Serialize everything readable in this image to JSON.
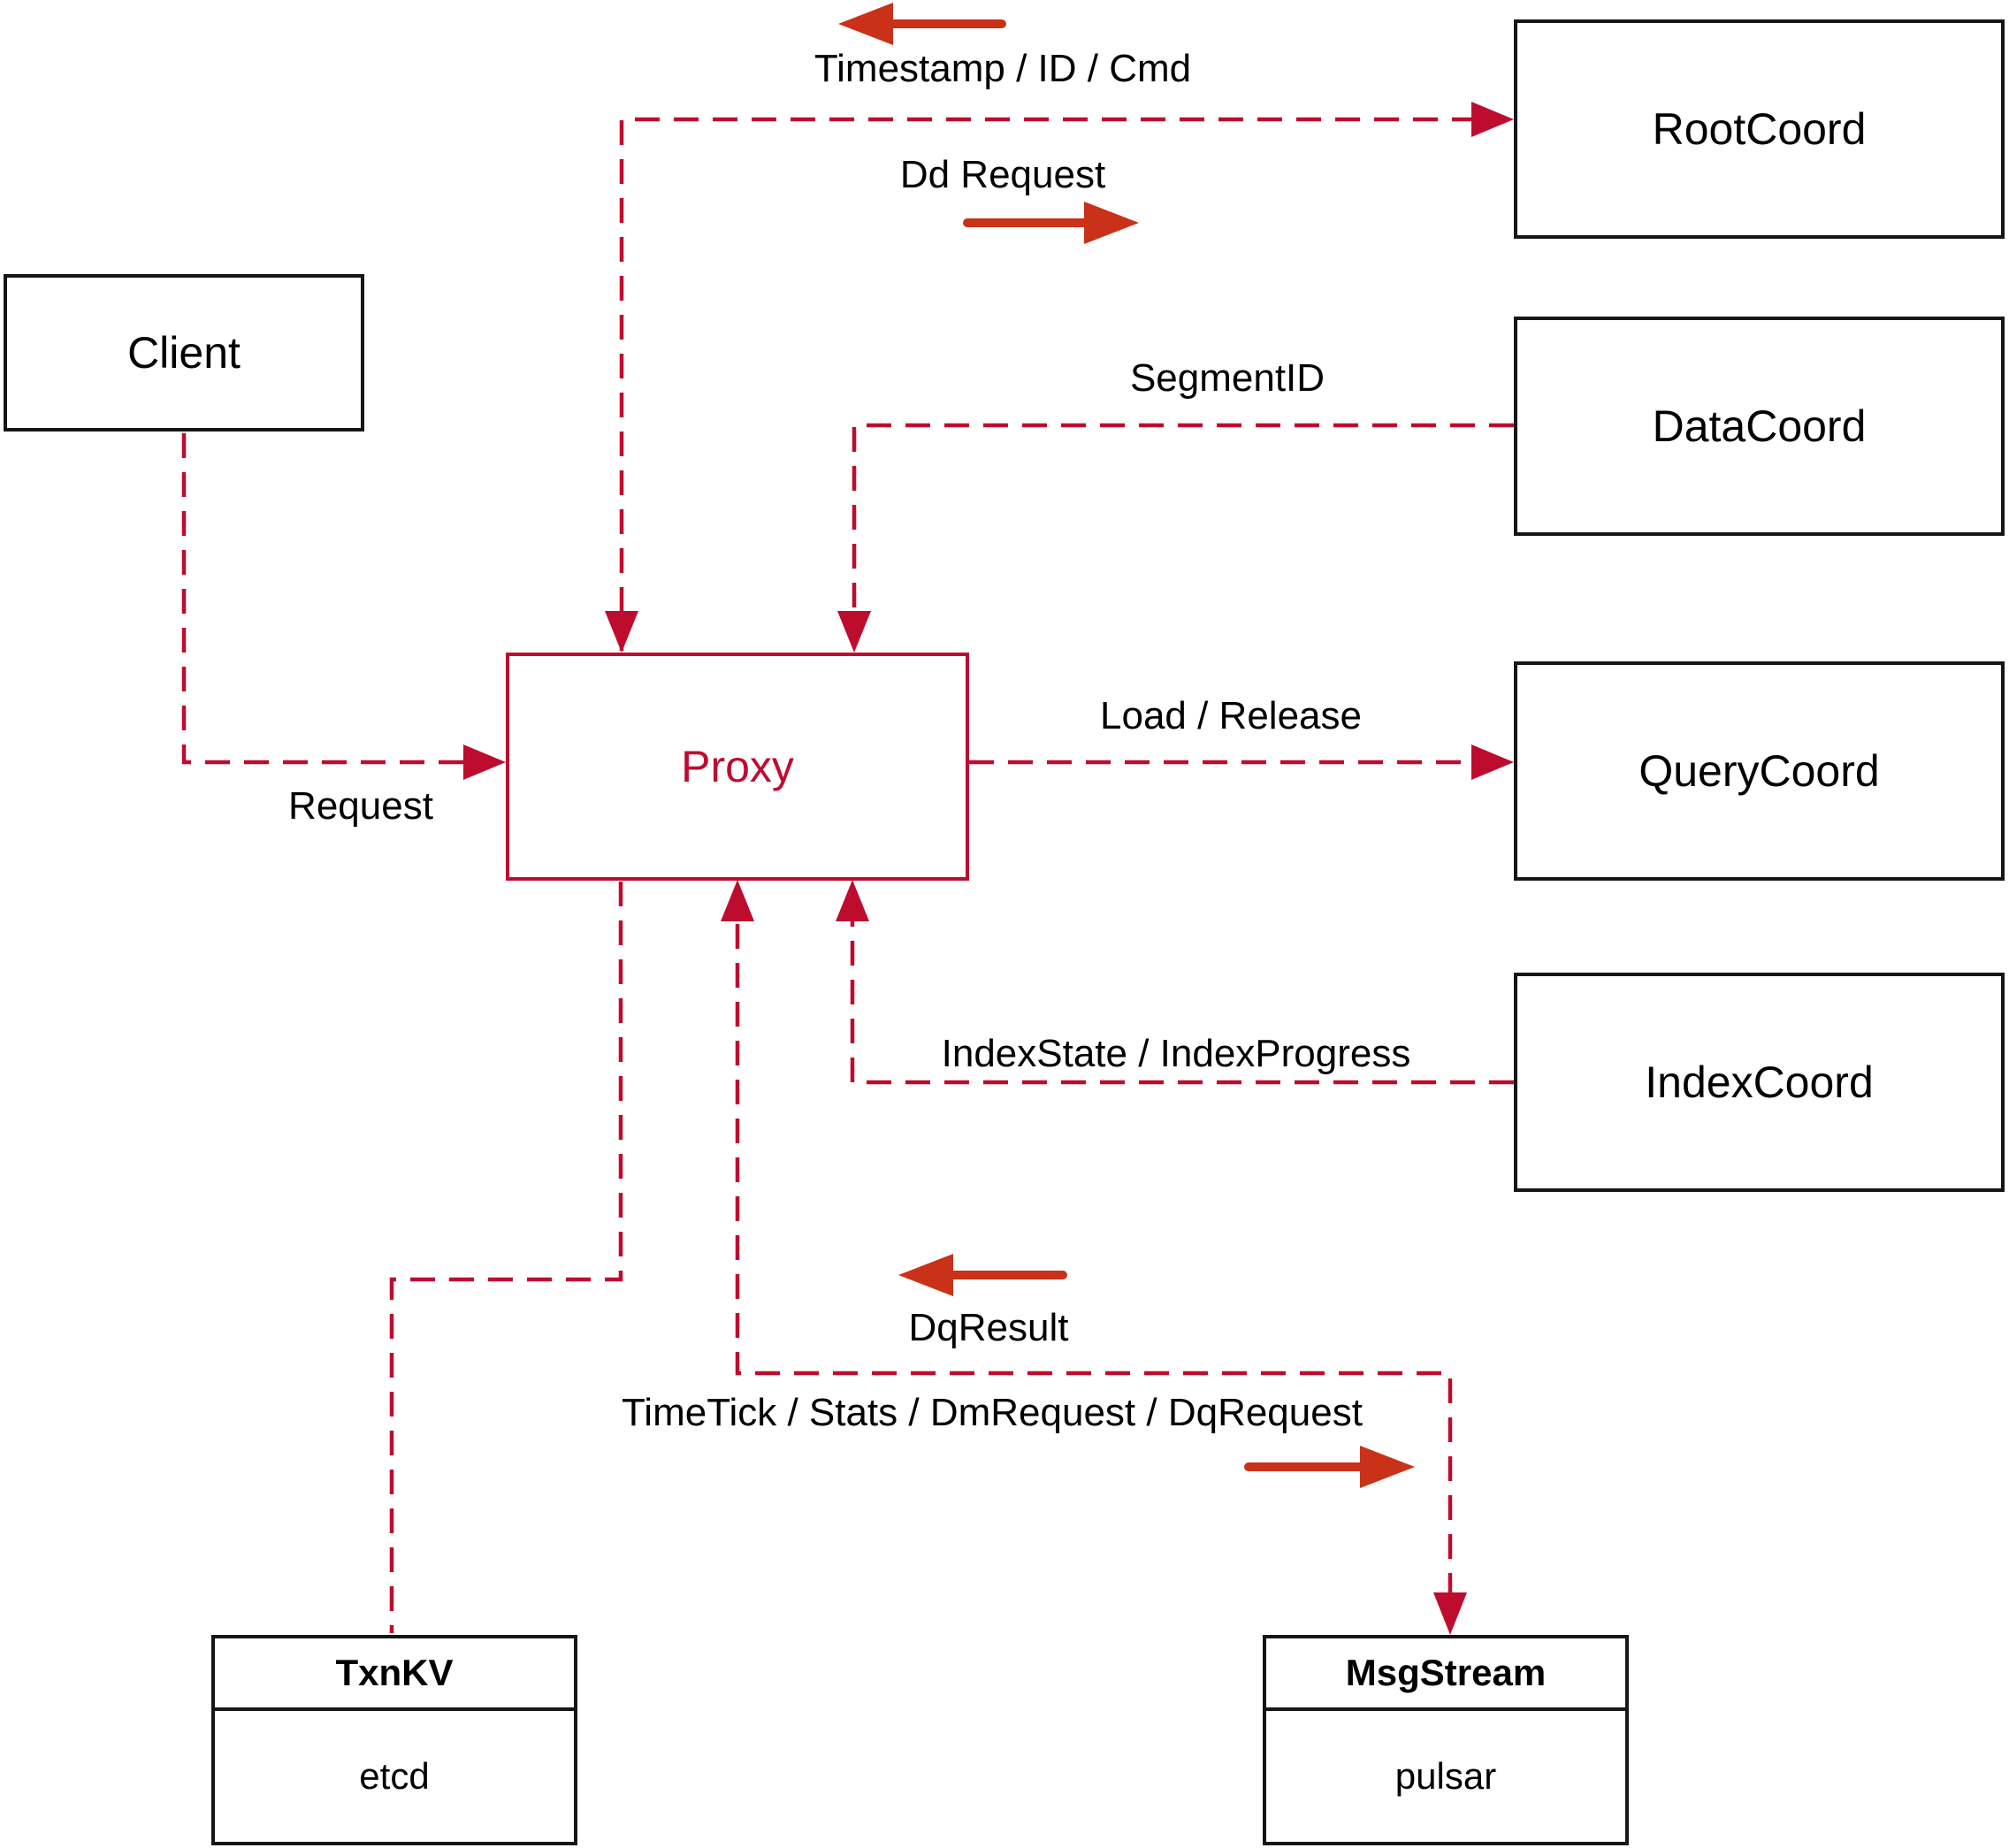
{
  "nodes": {
    "client": "Client",
    "root_coord": "RootCoord",
    "data_coord": "DataCoord",
    "query_coord": "QueryCoord",
    "index_coord": "IndexCoord",
    "proxy": "Proxy",
    "txn_kv": {
      "title": "TxnKV",
      "value": "etcd"
    },
    "msg_stream": {
      "title": "MsgStream",
      "value": "pulsar"
    }
  },
  "edge_labels": {
    "timestamp_id_cmd": "Timestamp / ID / Cmd",
    "dd_request": "Dd Request",
    "segment_id": "SegmentID",
    "load_release": "Load / Release",
    "index_state_progress": "IndexState / IndexProgress",
    "request": "Request",
    "dq_result": "DqResult",
    "timetick_stats": "TimeTick / Stats / DmRequest / DqRequest"
  },
  "edges": [
    {
      "from": "Proxy",
      "to": "RootCoord",
      "labels": [
        "Dd Request",
        "Timestamp / ID / Cmd"
      ],
      "style": "dashed",
      "arrows": "both"
    },
    {
      "from": "DataCoord",
      "to": "Proxy",
      "labels": [
        "SegmentID"
      ],
      "style": "dashed",
      "arrows": "to"
    },
    {
      "from": "Client",
      "to": "Proxy",
      "labels": [
        "Request"
      ],
      "style": "dashed",
      "arrows": "to"
    },
    {
      "from": "Proxy",
      "to": "QueryCoord",
      "labels": [
        "Load / Release"
      ],
      "style": "dashed",
      "arrows": "to"
    },
    {
      "from": "IndexCoord",
      "to": "Proxy",
      "labels": [
        "IndexState / IndexProgress"
      ],
      "style": "dashed",
      "arrows": "to"
    },
    {
      "from": "Proxy",
      "to": "TxnKV",
      "labels": [],
      "style": "dashed",
      "arrows": "none"
    },
    {
      "from": "Proxy",
      "to": "MsgStream",
      "labels": [
        "TimeTick / Stats / DmRequest / DqRequest",
        "DqResult"
      ],
      "style": "dashed",
      "arrows": "both"
    }
  ],
  "colors": {
    "dashed_line": "#BE0C2F",
    "proxy_box": "#BE0C2F",
    "solid_label_arrow": "#C93118",
    "box_border": "#161616",
    "background": "#FFFFFF"
  }
}
